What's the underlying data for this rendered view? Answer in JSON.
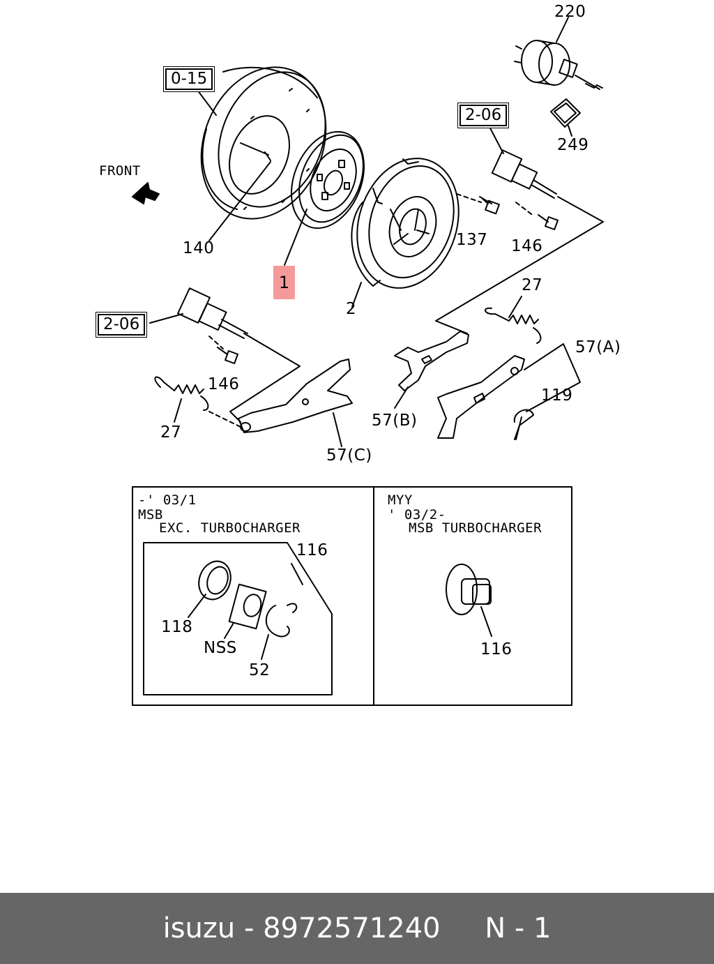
{
  "labels": {
    "ref_0_15": "0-15",
    "ref_2_06_top": "2-06",
    "ref_2_06_left": "2-06",
    "front": "FRONT",
    "p220": "220",
    "p249": "249",
    "p140": "140",
    "p1": "1",
    "p137": "137",
    "p146_right": "146",
    "p2": "2",
    "p27_right": "27",
    "p57a": "57(A)",
    "p119": "119",
    "p57b": "57(B)",
    "p146_left": "146",
    "p27_left": "27",
    "p57c": "57(C)"
  },
  "inset_left": {
    "line1": "-' 03/1",
    "line2": "MSB",
    "line3": "EXC. TURBOCHARGER",
    "p116": "116",
    "p118": "118",
    "nss": "NSS",
    "p52": "52"
  },
  "inset_right": {
    "line1": "MYY",
    "line2": "' 03/2-",
    "line3": "MSB  TURBOCHARGER",
    "p116": "116"
  },
  "footer": {
    "brand": "isuzu",
    "part_number": "8972571240",
    "page": "N - 1"
  },
  "colors": {
    "highlight": "#f59a9a",
    "footer_bg": "#666666",
    "footer_text": "#ffffff"
  }
}
